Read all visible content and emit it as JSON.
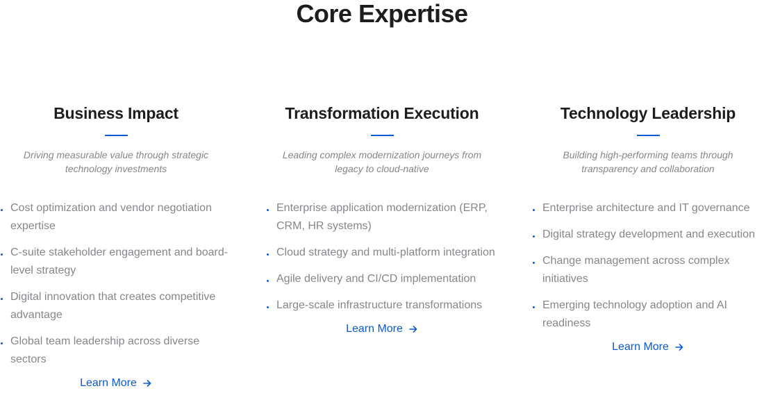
{
  "page": {
    "title": "Core Expertise"
  },
  "accent_color": "#0a5ad6",
  "columns": [
    {
      "heading": "Business Impact",
      "subtitle": "Driving measurable value through strategic technology investments",
      "items": [
        "Cost optimization and vendor negotiation expertise",
        "C-suite stakeholder engagement and board-level strategy",
        "Digital innovation that creates competitive advantage",
        "Global team leadership across diverse sectors"
      ],
      "cta": "Learn More",
      "cta_icon": "arrow-right-icon"
    },
    {
      "heading": "Transformation Execution",
      "subtitle": "Leading complex modernization journeys from legacy to cloud-native",
      "items": [
        "Enterprise application modernization (ERP, CRM, HR systems)",
        "Cloud strategy and multi-platform integration",
        "Agile delivery and CI/CD implementation",
        "Large-scale infrastructure transformations"
      ],
      "cta": "Learn More",
      "cta_icon": "arrow-right-icon"
    },
    {
      "heading": "Technology Leadership",
      "subtitle": "Building high-performing teams through transparency and collaboration",
      "items": [
        "Enterprise architecture and IT governance",
        "Digital strategy development and execution",
        "Change management across complex initiatives",
        "Emerging technology adoption and AI readiness"
      ],
      "cta": "Learn More",
      "cta_icon": "arrow-right-icon"
    }
  ]
}
